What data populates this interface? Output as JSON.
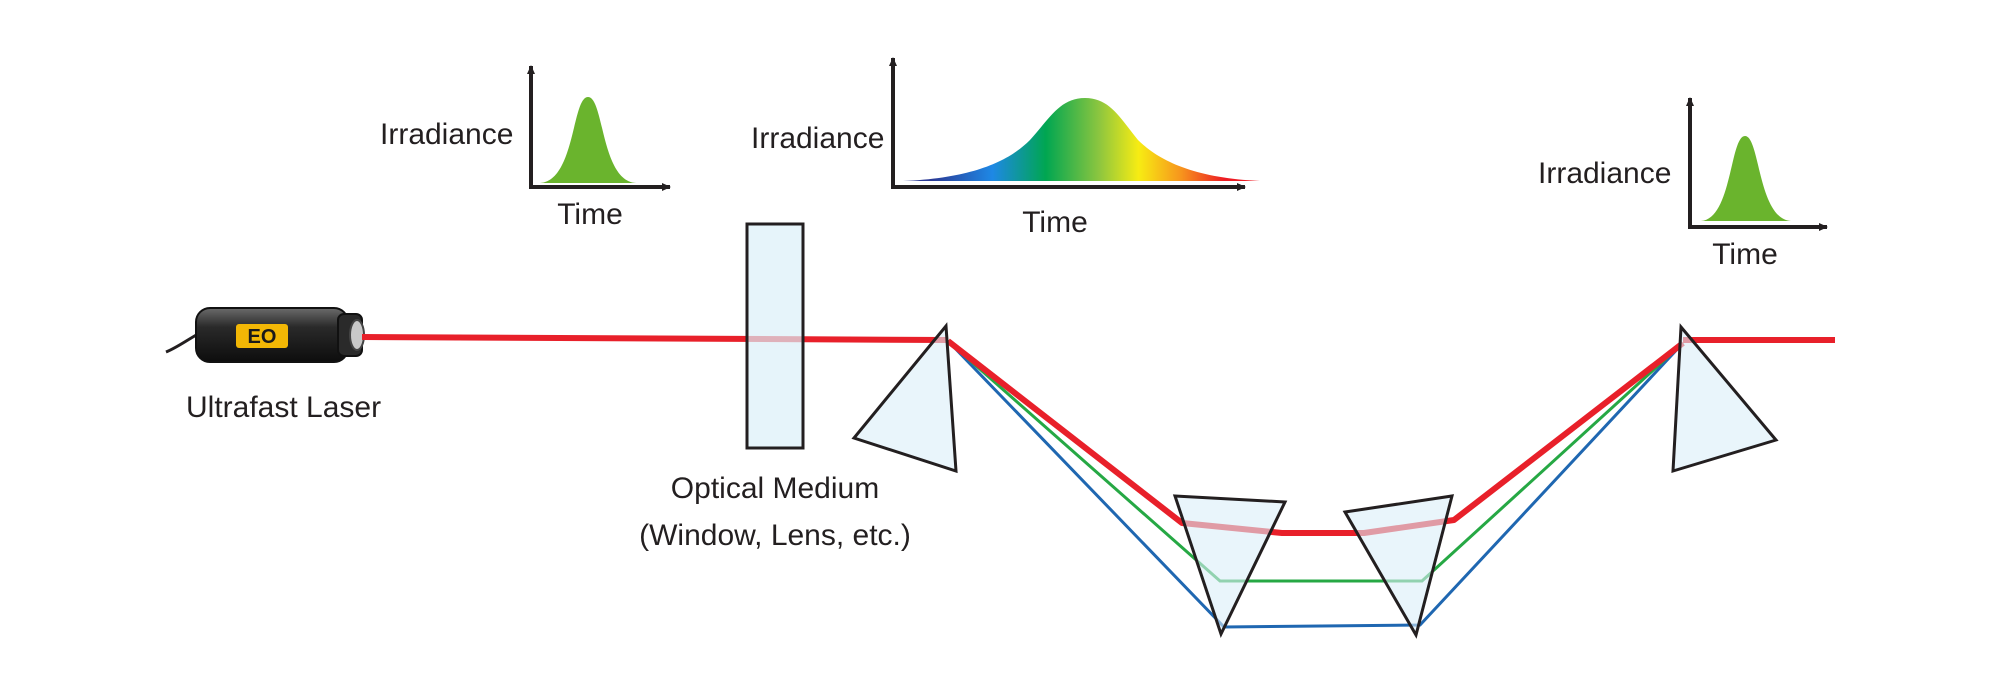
{
  "labels": {
    "laser": "Ultrafast Laser",
    "laser_logo": "EO",
    "medium_line1": "Optical Medium",
    "medium_line2": "(Window, Lens, etc.)"
  },
  "plots": [
    {
      "ylabel": "Irradiance",
      "xlabel": "Time",
      "pulse": "short",
      "color": "#6ab42d"
    },
    {
      "ylabel": "Irradiance",
      "xlabel": "Time",
      "pulse": "chirped-broadened",
      "spectrum": [
        "#2b3a95",
        "#1e88e5",
        "#00a651",
        "#8dc63f",
        "#f7ec13",
        "#f7941d",
        "#ed1c24"
      ]
    },
    {
      "ylabel": "Irradiance",
      "xlabel": "Time",
      "pulse": "short",
      "color": "#6ab42d"
    }
  ],
  "beam_colors": {
    "red": "#e8202a",
    "green": "#26a844",
    "blue": "#1f67b1"
  }
}
